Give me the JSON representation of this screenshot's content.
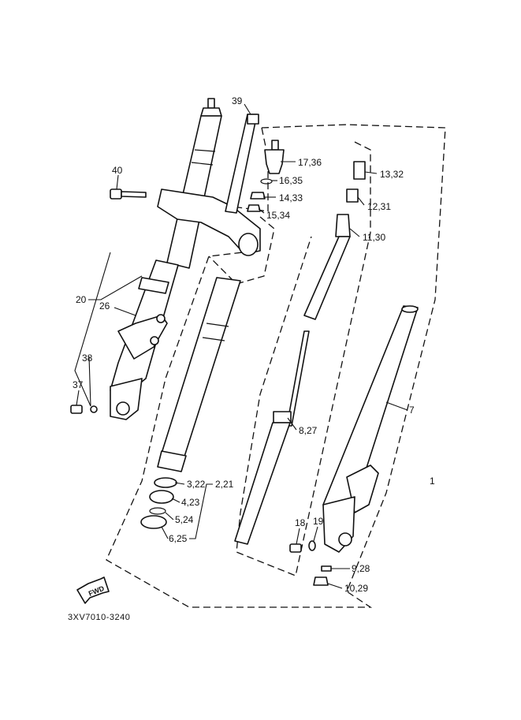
{
  "diagram_code": "3XV7010-3240",
  "fwd_label": "FWD",
  "callouts": [
    {
      "id": "39",
      "text": "39"
    },
    {
      "id": "40",
      "text": "40"
    },
    {
      "id": "17-36",
      "text": "17,36"
    },
    {
      "id": "16-35",
      "text": "16,35"
    },
    {
      "id": "14-33",
      "text": "14,33"
    },
    {
      "id": "15-34",
      "text": "15,34"
    },
    {
      "id": "13-32",
      "text": "13,32"
    },
    {
      "id": "12-31",
      "text": "12,31"
    },
    {
      "id": "11-30",
      "text": "11,30"
    },
    {
      "id": "20",
      "text": "20"
    },
    {
      "id": "26",
      "text": "26"
    },
    {
      "id": "38",
      "text": "38"
    },
    {
      "id": "37",
      "text": "37"
    },
    {
      "id": "7",
      "text": "7"
    },
    {
      "id": "8-27",
      "text": "8,27"
    },
    {
      "id": "1",
      "text": "1"
    },
    {
      "id": "3-22",
      "text": "3,22"
    },
    {
      "id": "2-21",
      "text": "2,21"
    },
    {
      "id": "4-23",
      "text": "4,23"
    },
    {
      "id": "5-24",
      "text": "5,24"
    },
    {
      "id": "6-25",
      "text": "6,25"
    },
    {
      "id": "18",
      "text": "18"
    },
    {
      "id": "19",
      "text": "19"
    },
    {
      "id": "9-28",
      "text": "9,28"
    },
    {
      "id": "10-29",
      "text": "10,29"
    }
  ]
}
